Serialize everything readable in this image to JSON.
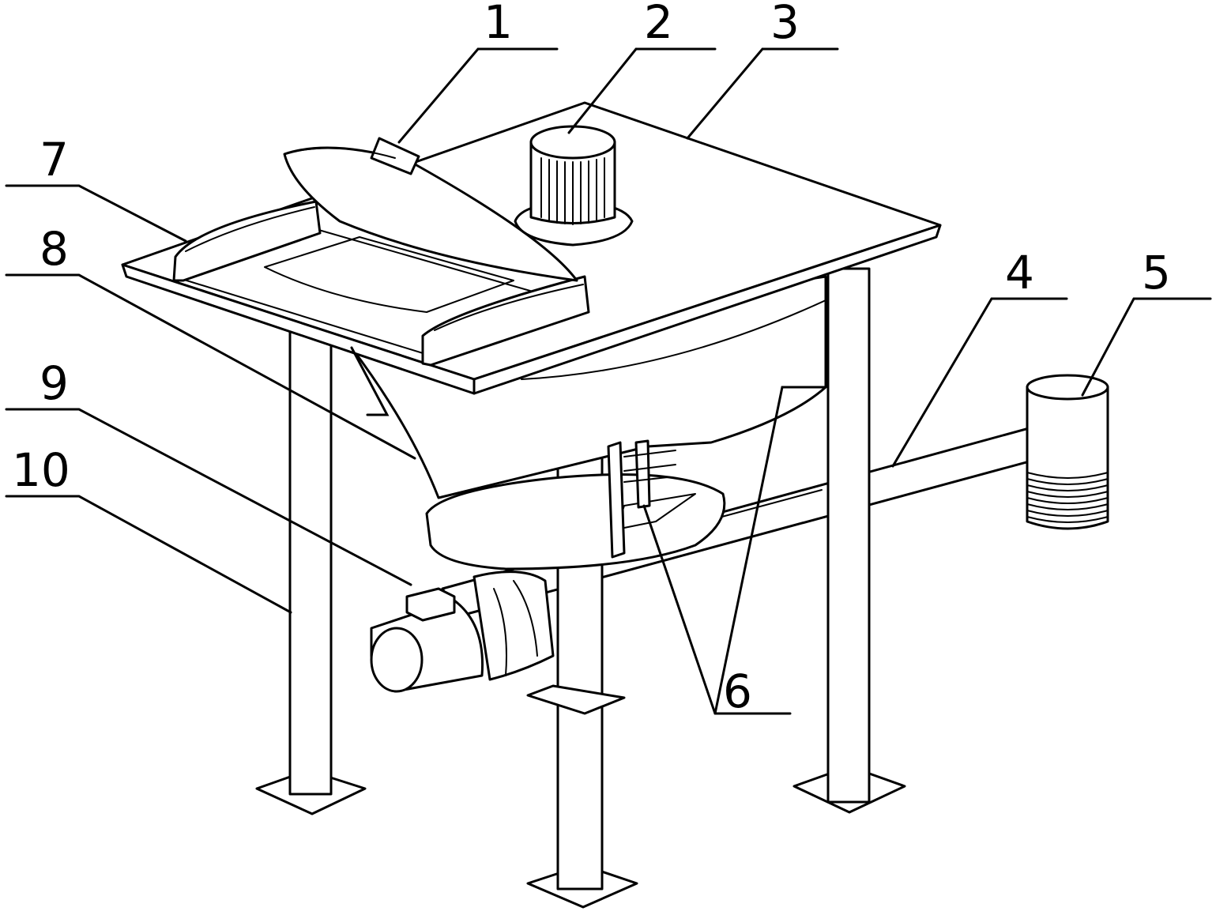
{
  "labels": [
    {
      "id": "1",
      "text": "1"
    },
    {
      "id": "2",
      "text": "2"
    },
    {
      "id": "3",
      "text": "3"
    },
    {
      "id": "4",
      "text": "4"
    },
    {
      "id": "5",
      "text": "5"
    },
    {
      "id": "6",
      "text": "6"
    },
    {
      "id": "7",
      "text": "7"
    },
    {
      "id": "8",
      "text": "8"
    },
    {
      "id": "9",
      "text": "9"
    },
    {
      "id": "10",
      "text": "10"
    }
  ],
  "colors": {
    "stroke": "#000000",
    "background": "#ffffff"
  }
}
